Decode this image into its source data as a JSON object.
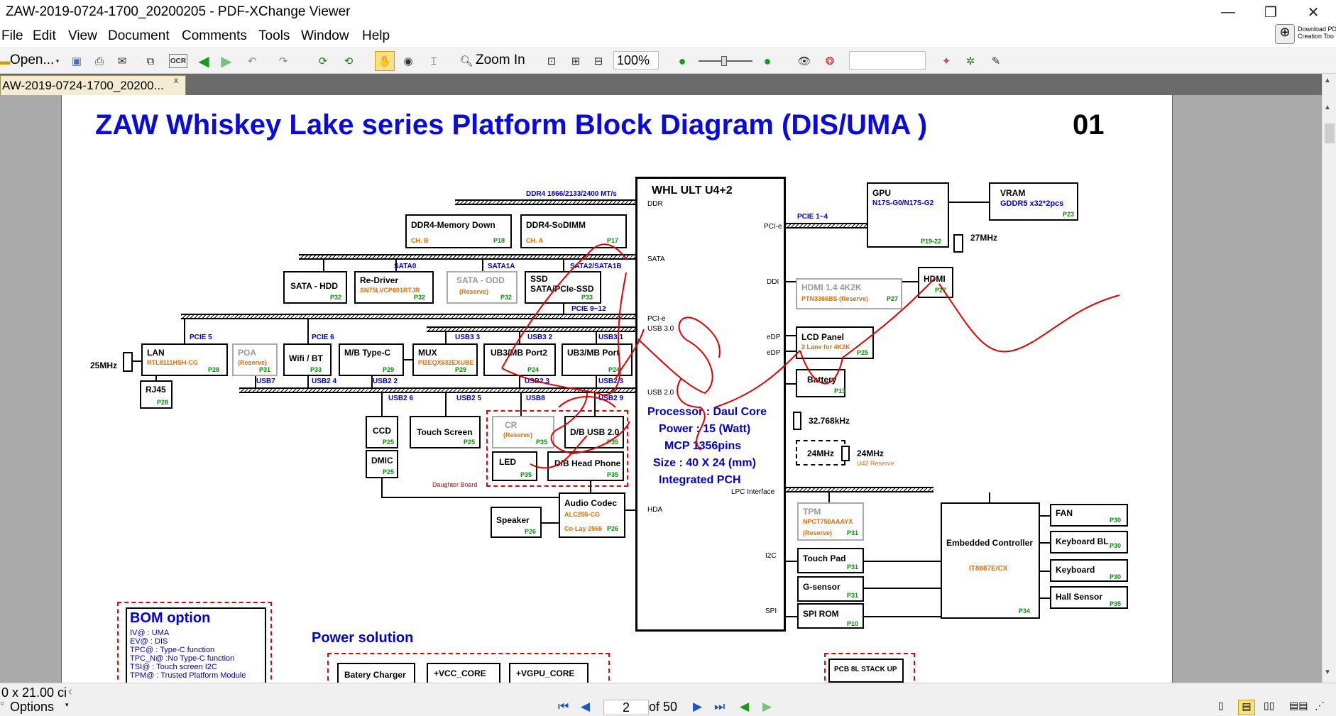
{
  "window": {
    "title": "ZAW-2019-0724-1700_20200205 - PDF-XChange Viewer",
    "tab_title": "AW-2019-0724-1700_20200...",
    "tab_close": "x"
  },
  "menu": [
    "File",
    "Edit",
    "View",
    "Document",
    "Comments",
    "Tools",
    "Window",
    "Help"
  ],
  "toolbar": {
    "open_label": "Open...",
    "ocr_label": "OCR",
    "zoom_in_label": "Zoom In",
    "zoom_value": "100%",
    "download_label_1": "Download PD",
    "download_label_2": "Creation Too"
  },
  "status": {
    "page_size": "0 x 21.00 ci",
    "options_label": "Options",
    "page_current": "2",
    "page_total": "of 50"
  },
  "diagram": {
    "title": "ZAW Whiskey Lake series Platform Block Diagram (DIS/UMA )",
    "page_number": "01",
    "cpu_name": "WHL ULT U4+2",
    "cpu_ports": {
      "ddr": "DDR",
      "sata": "SATA",
      "pcie_left": "PCI-e",
      "usb30": "USB 3.0",
      "usb20": "USB 2.0",
      "hda": "HDA",
      "pcie_right": "PCI-e",
      "ddi": "DDI",
      "edp1": "eDP",
      "edp2": "eDP",
      "lpc": "LPC Interface",
      "i2c": "I2C",
      "spi": "SPI"
    },
    "processor_info": [
      "Processor : Daul Core",
      "Power : 15 (Watt)",
      "MCP 1356pins",
      "Size : 40 X 24 (mm)",
      "Integrated  PCH"
    ],
    "bus_labels": {
      "ddr4": "DDR4 1866/2133/2400 MT/s",
      "sata0": "SATA0",
      "sata1a": "SATA1A",
      "sata2": "SATA2/SATA1B",
      "pcie912": "PCIE 9~12",
      "usb3_3": "USB3 3",
      "usb3_2": "USB3 2",
      "usb3_1": "USB3 1",
      "pcie5": "PCIE 5",
      "pcie6": "PCIE 6",
      "usb7": "USB7",
      "usb24": "USB2 4",
      "usb22": "USB2 2",
      "usb23": "USB2 3",
      "usb2_3b": "USB2 3",
      "usb26": "USB2 6",
      "usb25": "USB2 5",
      "usb8": "USB8",
      "usb29": "USB2 9",
      "pcie14": "PCIE 1~4"
    },
    "blocks": {
      "ddr4_down": {
        "name": "DDR4-Memory Down",
        "sub": "CH. B",
        "page": "P18"
      },
      "ddr4_sodimm": {
        "name": "DDR4-SoDIMM",
        "sub": "CH. A",
        "page": "P17"
      },
      "sata_hdd": {
        "name": "SATA - HDD",
        "page": "P32"
      },
      "redriver": {
        "name": "Re-Driver",
        "sub": "SN75LVCP601RTJR",
        "page": "P32"
      },
      "sata_odd": {
        "name": "SATA - ODD",
        "sub": "(Reserve)",
        "page": "P32"
      },
      "ssd": {
        "name": "SSD",
        "name2": "SATA/PCIe-SSD",
        "page": "P33"
      },
      "lan": {
        "name": "LAN",
        "sub": "RTL8111HSH-CG",
        "page": "P28"
      },
      "poa": {
        "name": "POA",
        "sub": "(Reserve)",
        "page": "P31"
      },
      "wifi": {
        "name": "Wifi / BT",
        "page": "P33"
      },
      "mbtypec": {
        "name": "M/B Type-C",
        "page": "P29"
      },
      "mux": {
        "name": "MUX",
        "sub": "PI2EQX632EXUBE",
        "page": "P29"
      },
      "ub3_port2": {
        "name": "UB3/MB Port2",
        "page": "P24"
      },
      "ub3_port1": {
        "name": "UB3/MB Port",
        "page": "P24"
      },
      "rj45": {
        "name": "RJ45",
        "page": "P28"
      },
      "xtal25": {
        "name": "25MHz"
      },
      "ccd": {
        "name": "CCD",
        "page": "P25"
      },
      "dmic": {
        "name": "DMIC",
        "page": "P25"
      },
      "touchscreen": {
        "name": "Touch Screen",
        "page": "P25"
      },
      "cr": {
        "name": "CR",
        "sub": "(Reserve)",
        "page": "P35"
      },
      "db_usb": {
        "name": "D/B USB 2.0",
        "page": "P35"
      },
      "led": {
        "name": "LED",
        "page": "P35"
      },
      "db_head": {
        "name": "D/B Head Phone",
        "page": "P35"
      },
      "daughter": {
        "name": "Daughter Board"
      },
      "speaker": {
        "name": "Speaker",
        "page": "P26"
      },
      "audio": {
        "name": "Audio Codec",
        "sub": "ALC255-CG",
        "sub2": "Co-Lay 2566",
        "page": "P26"
      },
      "gpu": {
        "name": "GPU",
        "sub": "N17S-G0/N17S-G2",
        "page": "P19-22"
      },
      "vram": {
        "name": "VRAM",
        "sub": "GDDR5 x32*2pcs",
        "page": "P23"
      },
      "xtal27": {
        "name": "27MHz"
      },
      "hdmi14": {
        "name": "HDMI 1.4 4K2K",
        "sub": "PTN3366BS  (Reserve)",
        "page": "P27"
      },
      "hdmi": {
        "name": "HDMI",
        "page": "P27"
      },
      "lcd": {
        "name": "LCD Panel",
        "sub": "2 Lane for 4K2K",
        "page": "P25"
      },
      "battery": {
        "name": "Battery",
        "page": "P13"
      },
      "xtal32": {
        "name": "32.768kHz"
      },
      "xtal24a": {
        "name": "24MHz"
      },
      "xtal24b": {
        "name": "24MHz",
        "sub": "U42 Reserve"
      },
      "tpm": {
        "name": "TPM",
        "sub": "NPCT750AAAYX",
        "sub2": "(Reserve)",
        "page": "P31"
      },
      "touchpad": {
        "name": "Touch Pad",
        "page": "P31"
      },
      "gsensor": {
        "name": "G-sensor",
        "page": "P31"
      },
      "spirom": {
        "name": "SPI ROM",
        "page": "P10"
      },
      "ec": {
        "name": "Embedded Controller",
        "sub": "IT8987E/CX",
        "page": "P34"
      },
      "fan": {
        "name": "FAN",
        "page": "P30"
      },
      "kbbl": {
        "name": "Keyboard BL",
        "page": "P30"
      },
      "keyboard": {
        "name": "Keyboard",
        "page": "P30"
      },
      "hall": {
        "name": "Hall Sensor",
        "page": "P35"
      }
    },
    "bom": {
      "title": "BOM option",
      "lines": [
        "IV@ : UMA",
        "EV@ : DIS",
        "TPC@ : Type-C function",
        "TPC_N@ :No Type-C function",
        "TSI@ : Touch screen I2C",
        "TPM@ : Trusted Platform Module"
      ]
    },
    "power": {
      "title": "Power solution",
      "items": [
        "Batery Charger",
        "+VCC_CORE",
        "+VGPU_CORE"
      ]
    },
    "pcb": "PCB 8L STACK UP"
  },
  "colors": {
    "accent_blue": "#0000cc",
    "annotation_red": "#e00000",
    "part_orange": "#e07000",
    "page_green": "#0a8a0a"
  }
}
